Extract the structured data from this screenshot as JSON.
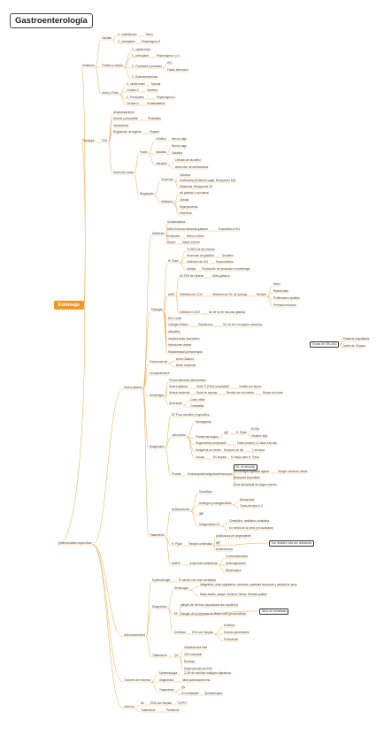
{
  "title": "Gastroenterología",
  "root": "Estómago",
  "colors": {
    "accent": "#f29624",
    "line": "#f0a848"
  },
  "nodes": [
    {
      "id": "n1",
      "text": "Anatomía"
    },
    {
      "id": "n2",
      "text": "Cardias"
    },
    {
      "id": "n3",
      "text": "C. Caliciformes"
    },
    {
      "id": "n4",
      "text": "Moco"
    },
    {
      "id": "n5",
      "text": "C. principales"
    },
    {
      "id": "n6",
      "text": "Pepsinógeno II"
    },
    {
      "id": "n7",
      "text": "Fundus y cuerpo"
    },
    {
      "id": "n8",
      "text": "C. caliciformes"
    },
    {
      "id": "n9",
      "text": "C. principales"
    },
    {
      "id": "n10",
      "text": "Pepsinógeno I y II"
    },
    {
      "id": "n11",
      "text": "C. Parietales (oxínticas)"
    },
    {
      "id": "n12",
      "text": "HCl"
    },
    {
      "id": "n13",
      "text": "Factor intrínseco"
    },
    {
      "id": "n14",
      "text": "C. Enteroendocrinas"
    },
    {
      "id": "n15",
      "text": "Antro y Píloro"
    },
    {
      "id": "n16",
      "text": "C. caliciformes"
    },
    {
      "id": "n17",
      "text": "Mucina"
    },
    {
      "id": "n18",
      "text": "Células G"
    },
    {
      "id": "n19",
      "text": "Gastrina"
    },
    {
      "id": "n20",
      "text": "C. Principales"
    },
    {
      "id": "n21",
      "text": "Pepsinógeno II"
    },
    {
      "id": "n22",
      "text": "Células D"
    },
    {
      "id": "n23",
      "text": "Somatostatina"
    },
    {
      "id": "n24",
      "text": "Fisiología"
    },
    {
      "id": "n25",
      "text": "FUS"
    },
    {
      "id": "n26",
      "text": "Almacenamiento"
    },
    {
      "id": "n27",
      "text": "Mezcla y propulsión"
    },
    {
      "id": "n28",
      "text": "Peristaltas"
    },
    {
      "id": "n29",
      "text": "Vaciamiento"
    },
    {
      "id": "n30",
      "text": "Regulación de ingesta"
    },
    {
      "id": "n31",
      "text": "Peptaer"
    },
    {
      "id": "n32",
      "text": "Secreción ácida"
    },
    {
      "id": "n33",
      "text": "Fases"
    },
    {
      "id": "n34",
      "text": "Cefálica"
    },
    {
      "id": "n35",
      "text": "Nervio vago"
    },
    {
      "id": "n36",
      "text": "Gástrica"
    },
    {
      "id": "n37",
      "text": "Nervio vago"
    },
    {
      "id": "n38",
      "text": "Gastrina"
    },
    {
      "id": "n39",
      "text": "Intestinal"
    },
    {
      "id": "n40",
      "text": "Llenado de duodeno"
    },
    {
      "id": "n41",
      "text": "Absorción de aminoácidos"
    },
    {
      "id": "n42",
      "text": "Regulación"
    },
    {
      "id": "n43",
      "text": "Secreción"
    },
    {
      "id": "n44",
      "text": "Gastrina"
    },
    {
      "id": "n45",
      "text": "Acetilcolina (Estímulo vagal, Receptores M3)"
    },
    {
      "id": "n46",
      "text": "Histamina, Receptores H2"
    },
    {
      "id": "n47",
      "text": "Inhibición"
    },
    {
      "id": "n48",
      "text": "pH gástrico o duodenal"
    },
    {
      "id": "n49",
      "text": "Grasas"
    },
    {
      "id": "n50",
      "text": "Hiperglucemia"
    },
    {
      "id": "n51",
      "text": "Secretina"
    },
    {
      "id": "n52",
      "text": "Enfermedades específicas"
    },
    {
      "id": "n53",
      "text": "Úlcera péptica"
    },
    {
      "id": "n54",
      "text": "Definición"
    },
    {
      "id": "n55",
      "text": "Somatostatina"
    },
    {
      "id": "n56",
      "text": "Daño mucosa-muscular gástrica"
    },
    {
      "id": "n57",
      "text": "Exposición a HCl"
    },
    {
      "id": "n58",
      "text": "Erosiones"
    },
    {
      "id": "n59",
      "text": "Menor a 5mm"
    },
    {
      "id": "n60",
      "text": "Úlcera"
    },
    {
      "id": "n61",
      "text": "Mayor a 5mm"
    },
    {
      "id": "n62",
      "text": "Etiología"
    },
    {
      "id": "n63",
      "text": "H. Pylori"
    },
    {
      "id": "n64",
      "text": "70-90% de las úlceras"
    },
    {
      "id": "n65",
      "text": "Secreción de gastrina"
    },
    {
      "id": "n66",
      "text": "Duodeno"
    },
    {
      "id": "n67",
      "text": "Inhibición de HCl"
    },
    {
      "id": "n68",
      "text": "Hipoclorhidria"
    },
    {
      "id": "n69",
      "text": "Ureasa"
    },
    {
      "id": "n70",
      "text": "Producción de amoniaco en estómago"
    },
    {
      "id": "n71",
      "text": "AINE"
    },
    {
      "id": "n72",
      "text": "60-75% de Úlceras"
    },
    {
      "id": "n73",
      "text": "Antro gástrico"
    },
    {
      "id": "n74",
      "text": "Inhibición de COX"
    },
    {
      "id": "n75",
      "text": "Inhibición de Sx. de pxnoag"
    },
    {
      "id": "n76",
      "text": "Reduce"
    },
    {
      "id": "n77",
      "text": "Moco"
    },
    {
      "id": "n78",
      "text": "Bicarbonato"
    },
    {
      "id": "n79",
      "text": "Proliferación epitelial"
    },
    {
      "id": "n80",
      "text": "Perfusión mucosa"
    },
    {
      "id": "n81",
      "text": "Inhibición COX2"
    },
    {
      "id": "n82",
      "text": "No se ve en mucosa gástrica"
    },
    {
      "id": "n83",
      "text": "Enf. Crohn"
    },
    {
      "id": "n84",
      "text": "Zollinger-Ellison"
    },
    {
      "id": "n85",
      "text": "Gastrinoma"
    },
    {
      "id": "n86",
      "text": "Sx. de HCl en yeyuno-duodeno"
    },
    {
      "id": "n87",
      "text": "Idiopática"
    },
    {
      "id": "n88",
      "text": "Insuficiencias Vasculares"
    },
    {
      "id": "n89",
      "text": "Infecciones virales"
    },
    {
      "id": "n90",
      "text": "Radioterapia/Quimioterapia"
    },
    {
      "id": "n91",
      "text": "Escala de ORLAND"
    },
    {
      "id": "n92",
      "text": "Estancia hospitalaria"
    },
    {
      "id": "n93",
      "text": "Índice de Choque"
    },
    {
      "id": "n94",
      "text": "Frecuencia de"
    },
    {
      "id": "n95",
      "text": "Antro Gástrico"
    },
    {
      "id": "n96",
      "text": "Bulbo duodenal"
    },
    {
      "id": "n97",
      "text": "Complicaciones"
    },
    {
      "id": "n98",
      "text": "Semiología"
    },
    {
      "id": "n99",
      "text": "Frecuentemente asintomático"
    },
    {
      "id": "n100",
      "text": "Úlcera gástrica"
    },
    {
      "id": "n101",
      "text": "Dolor Ti (Tiene propiedad)"
    },
    {
      "id": "n102",
      "text": "Vomita con ayuno"
    },
    {
      "id": "n103",
      "text": "Úlcera duodenal"
    },
    {
      "id": "n104",
      "text": "Dolor en ayunas"
    },
    {
      "id": "n105",
      "text": "Remite con la comida"
    },
    {
      "id": "n106",
      "text": "Recae en horas"
    },
    {
      "id": "n107",
      "text": "Ulceración"
    },
    {
      "id": "n108",
      "text": "Cólico biliar"
    },
    {
      "id": "n109",
      "text": "Colecistitis"
    },
    {
      "id": "n110",
      "text": "Diagnóstico"
    },
    {
      "id": "n111",
      "text": "EF Poco sensible y específica"
    },
    {
      "id": "n112",
      "text": "Laboratorio"
    },
    {
      "id": "n113",
      "text": "Hemograma"
    },
    {
      "id": "n114",
      "text": "Prueba serológica"
    },
    {
      "id": "n115",
      "text": "IgG"
    },
    {
      "id": "n116",
      "text": "H. Pylori"
    },
    {
      "id": "n117",
      "text": "ELISA"
    },
    {
      "id": "n118",
      "text": "Western Blot"
    },
    {
      "id": "n119",
      "text": "Seguimiento complicado"
    },
    {
      "id": "n120",
      "text": "Falso positivo 1-2 años tras trat."
    },
    {
      "id": "n121",
      "text": "Antígenos en Heces"
    },
    {
      "id": "n122",
      "text": "Después de Ibp"
    },
    {
      "id": "n123",
      "text": "1 semana"
    },
    {
      "id": "n124",
      "text": "Ureasa"
    },
    {
      "id": "n125",
      "text": "En biopsia"
    },
    {
      "id": "n126",
      "text": "El mejor para H. Pylori"
    },
    {
      "id": "n127",
      "text": "Prueba"
    },
    {
      "id": "n128",
      "text": "Endoscopia/esofagoduodenoscopia"
    },
    {
      "id": "n129",
      "text": "Dx. de elección"
    },
    {
      "id": "n130",
      "text": "Hemorragia digestiva aguda"
    },
    {
      "id": "n131",
      "text": "Sangre oculta en heces"
    },
    {
      "id": "n132",
      "text": "Dispepsia importante"
    },
    {
      "id": "n133",
      "text": "Dolor abdominal de origen incierto"
    },
    {
      "id": "n134",
      "text": "Tratamiento"
    },
    {
      "id": "n135",
      "text": "Antisecretores"
    },
    {
      "id": "n136",
      "text": "Sucralfato"
    },
    {
      "id": "n137",
      "text": "Análogos prostaglandinas"
    },
    {
      "id": "n138",
      "text": "Misoprostol"
    },
    {
      "id": "n139",
      "text": "Toma principal 1-2"
    },
    {
      "id": "n140",
      "text": "IBP"
    },
    {
      "id": "n141",
      "text": "Antagonistas H2"
    },
    {
      "id": "n142",
      "text": "Cimetidina, ranitidina, nizatidina"
    },
    {
      "id": "n143",
      "text": "En medio de la cena y al acostarse"
    },
    {
      "id": "n144",
      "text": "H. Pylori"
    },
    {
      "id": "n145",
      "text": "Terapia combinada"
    },
    {
      "id": "n146",
      "text": "Antibióticos pH dependiente"
    },
    {
      "id": "n147",
      "text": "IBP"
    },
    {
      "id": "n148",
      "text": "Antisecretora"
    },
    {
      "id": "n149",
      "text": "Son detallés más con antiácidos"
    },
    {
      "id": "n150",
      "text": "AINES"
    },
    {
      "id": "n151",
      "text": "Suspender tratamiento"
    },
    {
      "id": "n152",
      "text": "Corticoesteroides"
    },
    {
      "id": "n153",
      "text": "Anticoagulantes"
    },
    {
      "id": "n154",
      "text": "Bifosfonatos"
    },
    {
      "id": "n155",
      "text": "Adenocarcinoma"
    },
    {
      "id": "n156",
      "text": "Epidemiología"
    },
    {
      "id": "n157",
      "text": "El cáncer con más mortalidad"
    },
    {
      "id": "n158",
      "text": "Diagnóstico"
    },
    {
      "id": "n159",
      "text": "Semiología"
    },
    {
      "id": "n160",
      "text": "Indigestión, dolor epigástrico, anorexia, saciedad temprana y pérdida de peso"
    },
    {
      "id": "n161",
      "text": "Masa ascitis, sangre oculta en heces, linfadenopatías"
    },
    {
      "id": "n162",
      "text": "EF"
    },
    {
      "id": "n163",
      "text": "ganglio de Virchow (supraclavicular izquierdo)"
    },
    {
      "id": "n164",
      "text": "Ganglio de la hermana de María José (periumbilical)"
    },
    {
      "id": "n165",
      "text": "Sitios de metástasis"
    },
    {
      "id": "n166",
      "text": "Definitivo"
    },
    {
      "id": "n167",
      "text": "EGD con biopsia"
    },
    {
      "id": "n168",
      "text": "Exofítica"
    },
    {
      "id": "n169",
      "text": "Úlceras penetrantes"
    },
    {
      "id": "n170",
      "text": "Perforación"
    },
    {
      "id": "n171",
      "text": "Tratamiento"
    },
    {
      "id": "n172",
      "text": "QX"
    },
    {
      "id": "n173",
      "text": "Gastrectomía total"
    },
    {
      "id": "n174",
      "text": "40% incurable"
    },
    {
      "id": "n175",
      "text": "Recaída"
    },
    {
      "id": "n176",
      "text": "Supervivencia de 20%"
    },
    {
      "id": "n177",
      "text": "Tumores del estroma"
    },
    {
      "id": "n178",
      "text": "Epidemiología"
    },
    {
      "id": "n179",
      "text": "2-3% de tumores malignos digestivos"
    },
    {
      "id": "n180",
      "text": "Diagnóstico"
    },
    {
      "id": "n181",
      "text": "Ideal adenocarcinoma"
    },
    {
      "id": "n182",
      "text": "Tratamiento"
    },
    {
      "id": "n183",
      "text": "Qx"
    },
    {
      "id": "n184",
      "text": "en metástasis"
    },
    {
      "id": "n185",
      "text": "Quimioterapia"
    },
    {
      "id": "n186",
      "text": "Linfoma"
    },
    {
      "id": "n187",
      "text": "Dx"
    },
    {
      "id": "n188",
      "text": "EGD con biopsia"
    },
    {
      "id": "n189",
      "text": "TC/PET"
    },
    {
      "id": "n190",
      "text": "Tratamiento"
    },
    {
      "id": "n191",
      "text": "Pendiente"
    }
  ]
}
